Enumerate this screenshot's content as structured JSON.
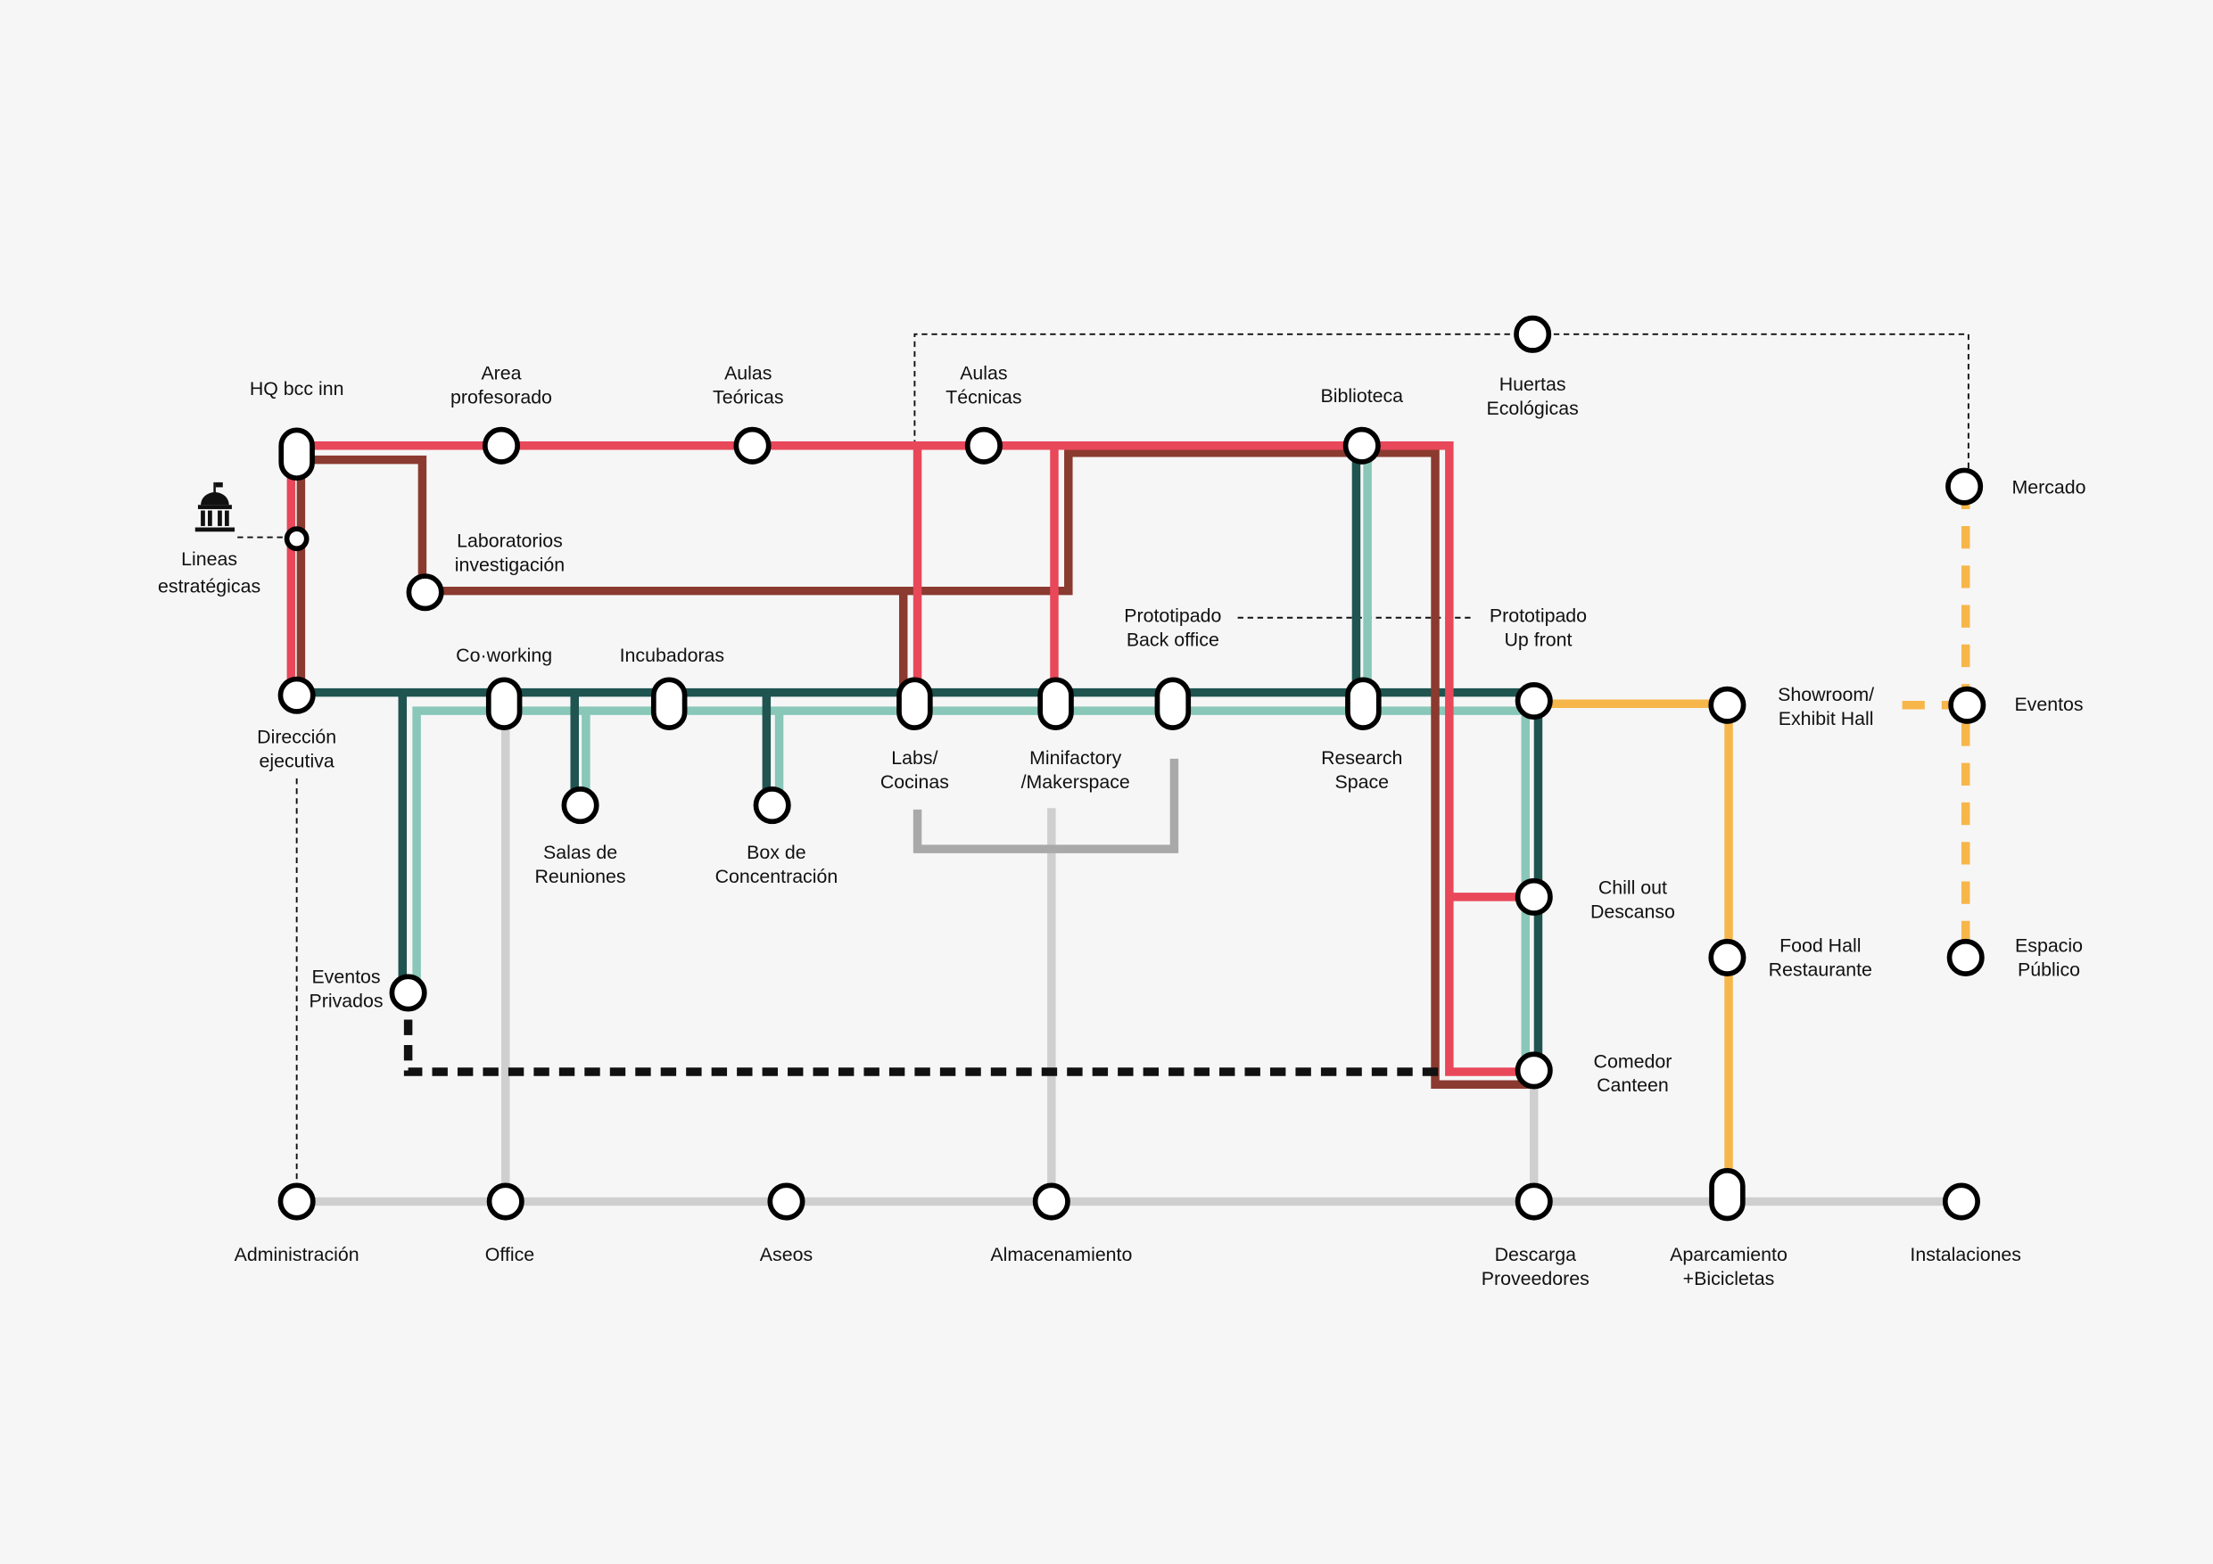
{
  "colors": {
    "red": "#e8485a",
    "brown": "#8b3a30",
    "dark_green": "#1f5450",
    "light_green": "#89c7b8",
    "gray": "#cfcfcf",
    "dark_gray": "#a9a9a9",
    "orange": "#f7b64a",
    "background": "#f6f6f6"
  },
  "icons": {
    "lineas": "government-building-icon"
  },
  "stations": [
    {
      "id": "hq",
      "lines": [
        "HQ bcc inn"
      ]
    },
    {
      "id": "lineas",
      "lines": [
        "Lineas",
        "estratégicas"
      ]
    },
    {
      "id": "area",
      "lines": [
        "Area",
        "profesorado"
      ]
    },
    {
      "id": "aulas-teoricas",
      "lines": [
        "Aulas",
        "Teóricas"
      ]
    },
    {
      "id": "aulas-tecnicas",
      "lines": [
        "Aulas",
        "Técnicas"
      ]
    },
    {
      "id": "biblioteca",
      "lines": [
        "Biblioteca"
      ]
    },
    {
      "id": "huertas",
      "lines": [
        "Huertas",
        "Ecológicas"
      ]
    },
    {
      "id": "mercado",
      "lines": [
        "Mercado"
      ]
    },
    {
      "id": "laboratorios",
      "lines": [
        "Laboratorios",
        "investigación"
      ]
    },
    {
      "id": "direccion",
      "lines": [
        "Dirección",
        "ejecutiva"
      ]
    },
    {
      "id": "coworking",
      "lines": [
        "Co·working"
      ]
    },
    {
      "id": "incubadoras",
      "lines": [
        "Incubadoras"
      ]
    },
    {
      "id": "labs",
      "lines": [
        "Labs/",
        "Cocinas"
      ]
    },
    {
      "id": "minifactory",
      "lines": [
        "Minifactory",
        "/Makerspace"
      ]
    },
    {
      "id": "proto-back",
      "lines": [
        "Prototipado",
        "Back office"
      ]
    },
    {
      "id": "research",
      "lines": [
        "Research",
        "Space"
      ]
    },
    {
      "id": "proto-up",
      "lines": [
        "Prototipado",
        "Up front"
      ]
    },
    {
      "id": "showroom",
      "lines": [
        "Showroom/",
        "Exhibit Hall"
      ]
    },
    {
      "id": "eventos",
      "lines": [
        "Eventos"
      ]
    },
    {
      "id": "salas",
      "lines": [
        "Salas de",
        "Reuniones"
      ]
    },
    {
      "id": "box",
      "lines": [
        "Box de",
        "Concentración"
      ]
    },
    {
      "id": "eventos-privados",
      "lines": [
        "Eventos",
        "Privados"
      ]
    },
    {
      "id": "chillout",
      "lines": [
        "Chill out",
        "Descanso"
      ]
    },
    {
      "id": "foodhall",
      "lines": [
        "Food Hall",
        "Restaurante"
      ]
    },
    {
      "id": "espacio",
      "lines": [
        "Espacio",
        "Público"
      ]
    },
    {
      "id": "comedor",
      "lines": [
        "Comedor",
        "Canteen"
      ]
    },
    {
      "id": "administracion",
      "lines": [
        "Administración"
      ]
    },
    {
      "id": "office",
      "lines": [
        "Office"
      ]
    },
    {
      "id": "aseos",
      "lines": [
        "Aseos"
      ]
    },
    {
      "id": "almacenamiento",
      "lines": [
        "Almacenamiento"
      ]
    },
    {
      "id": "descarga",
      "lines": [
        "Descarga",
        "Proveedores"
      ]
    },
    {
      "id": "aparcamiento",
      "lines": [
        "Aparcamiento",
        "+Bicicletas"
      ]
    },
    {
      "id": "instalaciones",
      "lines": [
        "Instalaciones"
      ]
    }
  ]
}
